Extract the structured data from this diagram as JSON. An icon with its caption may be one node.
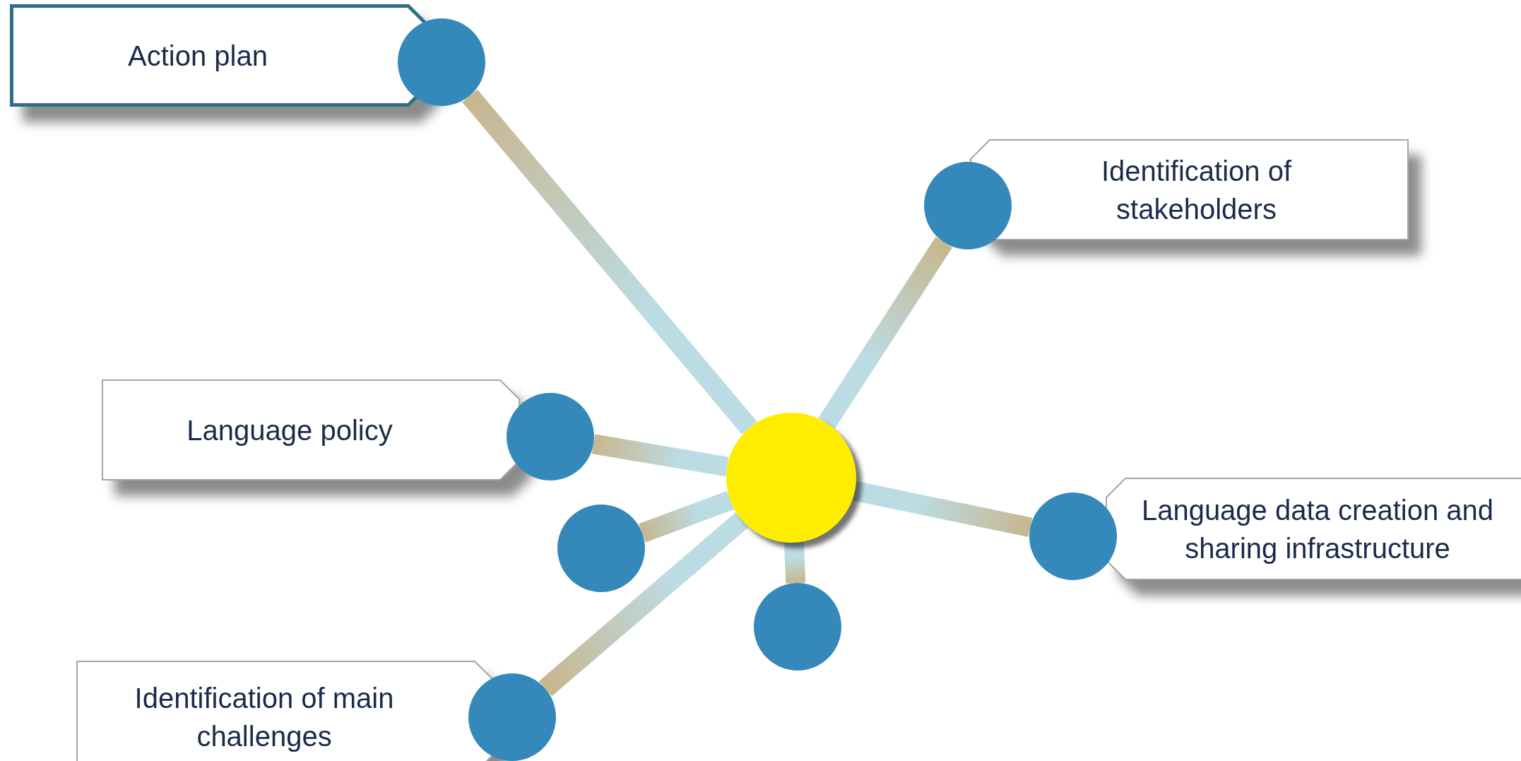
{
  "diagram": {
    "nodes": [
      {
        "text": [
          "Action plan"
        ]
      },
      {
        "text": [],
        "shape": "circle"
      },
      {
        "text": [],
        "shape": "circle"
      },
      {
        "text": [
          "Identification of stakeholders"
        ]
      },
      {
        "text": [
          "Language policy"
        ]
      },
      {
        "text": [],
        "shape": "circle"
      },
      {
        "text": [],
        "shape": "circle"
      },
      {
        "text": [],
        "shape": "circle"
      },
      {
        "text": [
          "Language data creation and sharing infrastructure"
        ]
      },
      {
        "text": [],
        "shape": "circle"
      },
      {
        "text": [],
        "shape": "circle"
      },
      {
        "text": [
          "Identification of main challenges"
        ]
      },
      {
        "text": [],
        "shape": "circle"
      }
    ],
    "edges": [
      {
        "from": 6,
        "to": 1,
        "arrow": "none",
        "style": "thick"
      },
      {
        "from": 6,
        "to": 2,
        "arrow": "none",
        "style": "thick"
      },
      {
        "from": 6,
        "to": 5,
        "arrow": "none",
        "style": "thick"
      },
      {
        "from": 6,
        "to": 7,
        "arrow": "none",
        "style": "thick"
      },
      {
        "from": 6,
        "to": 9,
        "arrow": "none",
        "style": "thick"
      },
      {
        "from": 6,
        "to": 10,
        "arrow": "none",
        "style": "thick"
      },
      {
        "from": 6,
        "to": 12,
        "arrow": "none",
        "style": "thick"
      }
    ]
  }
}
